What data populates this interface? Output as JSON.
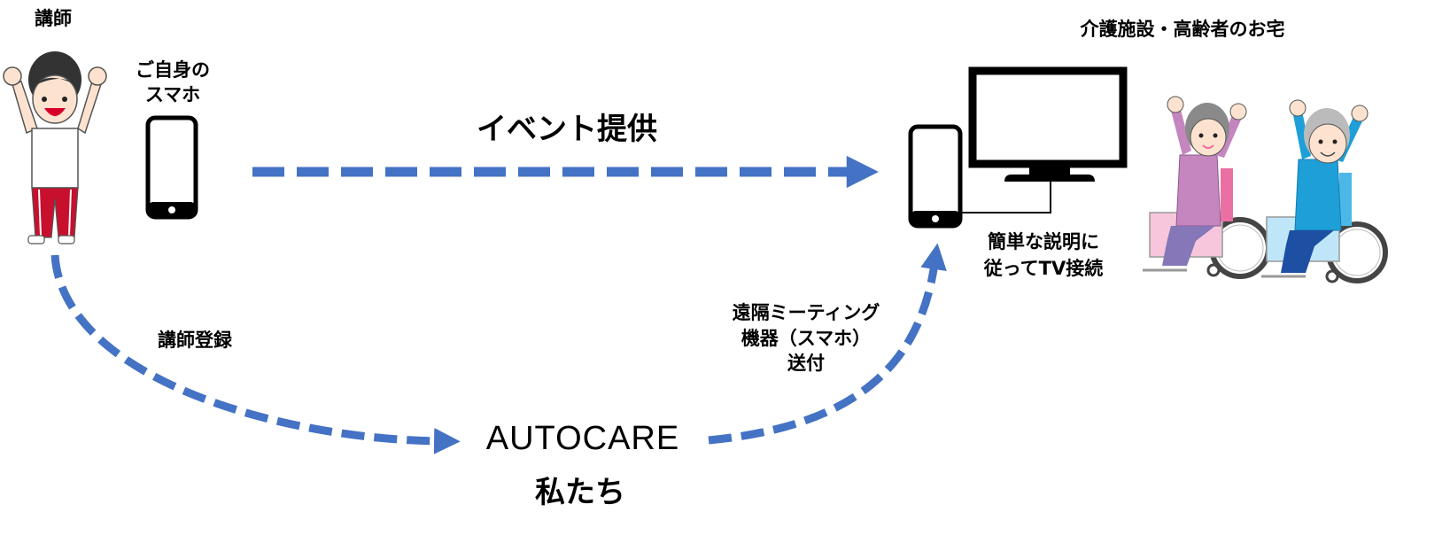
{
  "diagram": {
    "instructor": {
      "title": "講師",
      "phone_label_line1": "ご自身の",
      "phone_label_line2": "スマホ"
    },
    "facility": {
      "title": "介護施設・高齢者のお宅",
      "setup_line1": "簡単な説明に",
      "setup_line2": "従ってTV接続"
    },
    "company": {
      "brand": "AUTOCARE",
      "subtitle": "私たち"
    },
    "flows": [
      {
        "id": "event",
        "label": "イベント提供",
        "from": "instructor",
        "to": "facility"
      },
      {
        "id": "register",
        "label": "講師登録",
        "from": "instructor",
        "to": "company"
      },
      {
        "id": "ship",
        "label_line1": "遠隔ミーティング",
        "label_line2": "機器（スマホ）",
        "label_line3": "送付",
        "from": "company",
        "to": "facility"
      }
    ],
    "colors": {
      "arrow": "#4472c4",
      "device": "#000000",
      "pants": "#c8102e",
      "elder_woman_top": "#c586c0",
      "elder_man_top": "#1e9fd8",
      "wheelchair_pink": "#f2a5c8",
      "wheelchair_blue": "#8fd0f0"
    }
  }
}
